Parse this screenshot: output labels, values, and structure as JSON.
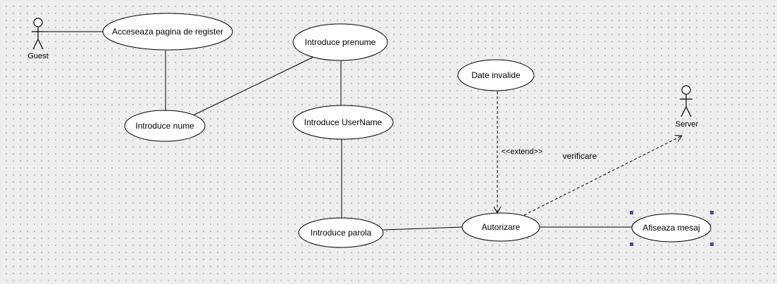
{
  "actors": {
    "guest": {
      "label": "Guest"
    },
    "server": {
      "label": "Server"
    }
  },
  "use_cases": {
    "register_page": "Acceseaza pagina de register",
    "prenume": "Introduce prenume",
    "nume": "Introduce nume",
    "username": "Introduce UserName",
    "parola": "Introduce parola",
    "date_invalide": "Date invalide",
    "autorizare": "Autorizare",
    "afiseaza_mesaj": "Afiseaza mesaj"
  },
  "relations": {
    "extend_label": "<<extend>>",
    "verificare_label": "verificare"
  },
  "colors": {
    "selection_handle": "#4a4a9a",
    "line": "#000000",
    "background": "#eeeeee"
  }
}
